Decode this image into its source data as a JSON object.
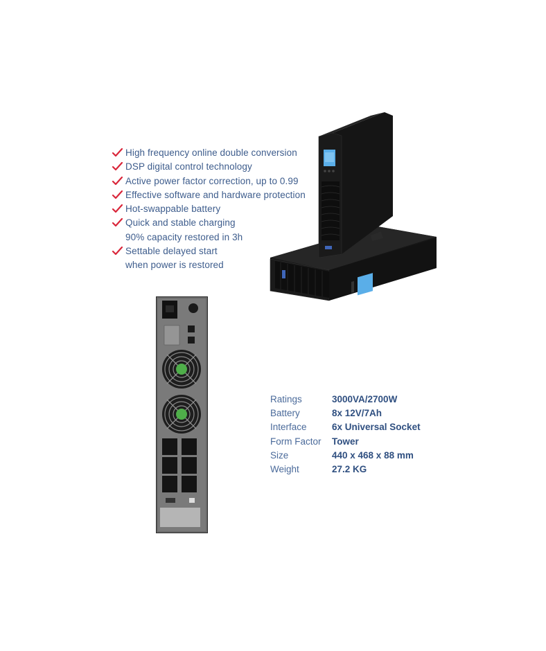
{
  "features": [
    {
      "text": "High frequency online double conversion",
      "sub": ""
    },
    {
      "text": "DSP digital control technology",
      "sub": ""
    },
    {
      "text": "Active power factor correction, up to 0.99",
      "sub": ""
    },
    {
      "text": "Effective software and hardware protection",
      "sub": ""
    },
    {
      "text": "Hot-swappable battery",
      "sub": ""
    },
    {
      "text": "Quick and stable charging",
      "sub": "90% capacity restored in 3h"
    },
    {
      "text": "Settable delayed start",
      "sub": "when power is restored"
    }
  ],
  "specs": [
    {
      "label": "Ratings",
      "value": "3000VA/2700W"
    },
    {
      "label": "Battery",
      "value": "8x 12V/7Ah"
    },
    {
      "label": "Interface",
      "value": "6x Universal Socket"
    },
    {
      "label": "Form Factor",
      "value": "Tower"
    },
    {
      "label": "Size",
      "value": "440 x 468 x 88 mm"
    },
    {
      "label": "Weight",
      "value": "27.2 KG"
    }
  ],
  "colors": {
    "check": "#d9263a",
    "text": "#3d5c8c",
    "spec_value": "#2f4f80",
    "device": "#1c1c1c",
    "lcd": "#5aaee8"
  },
  "icons": {
    "check": "checkmark-icon"
  }
}
